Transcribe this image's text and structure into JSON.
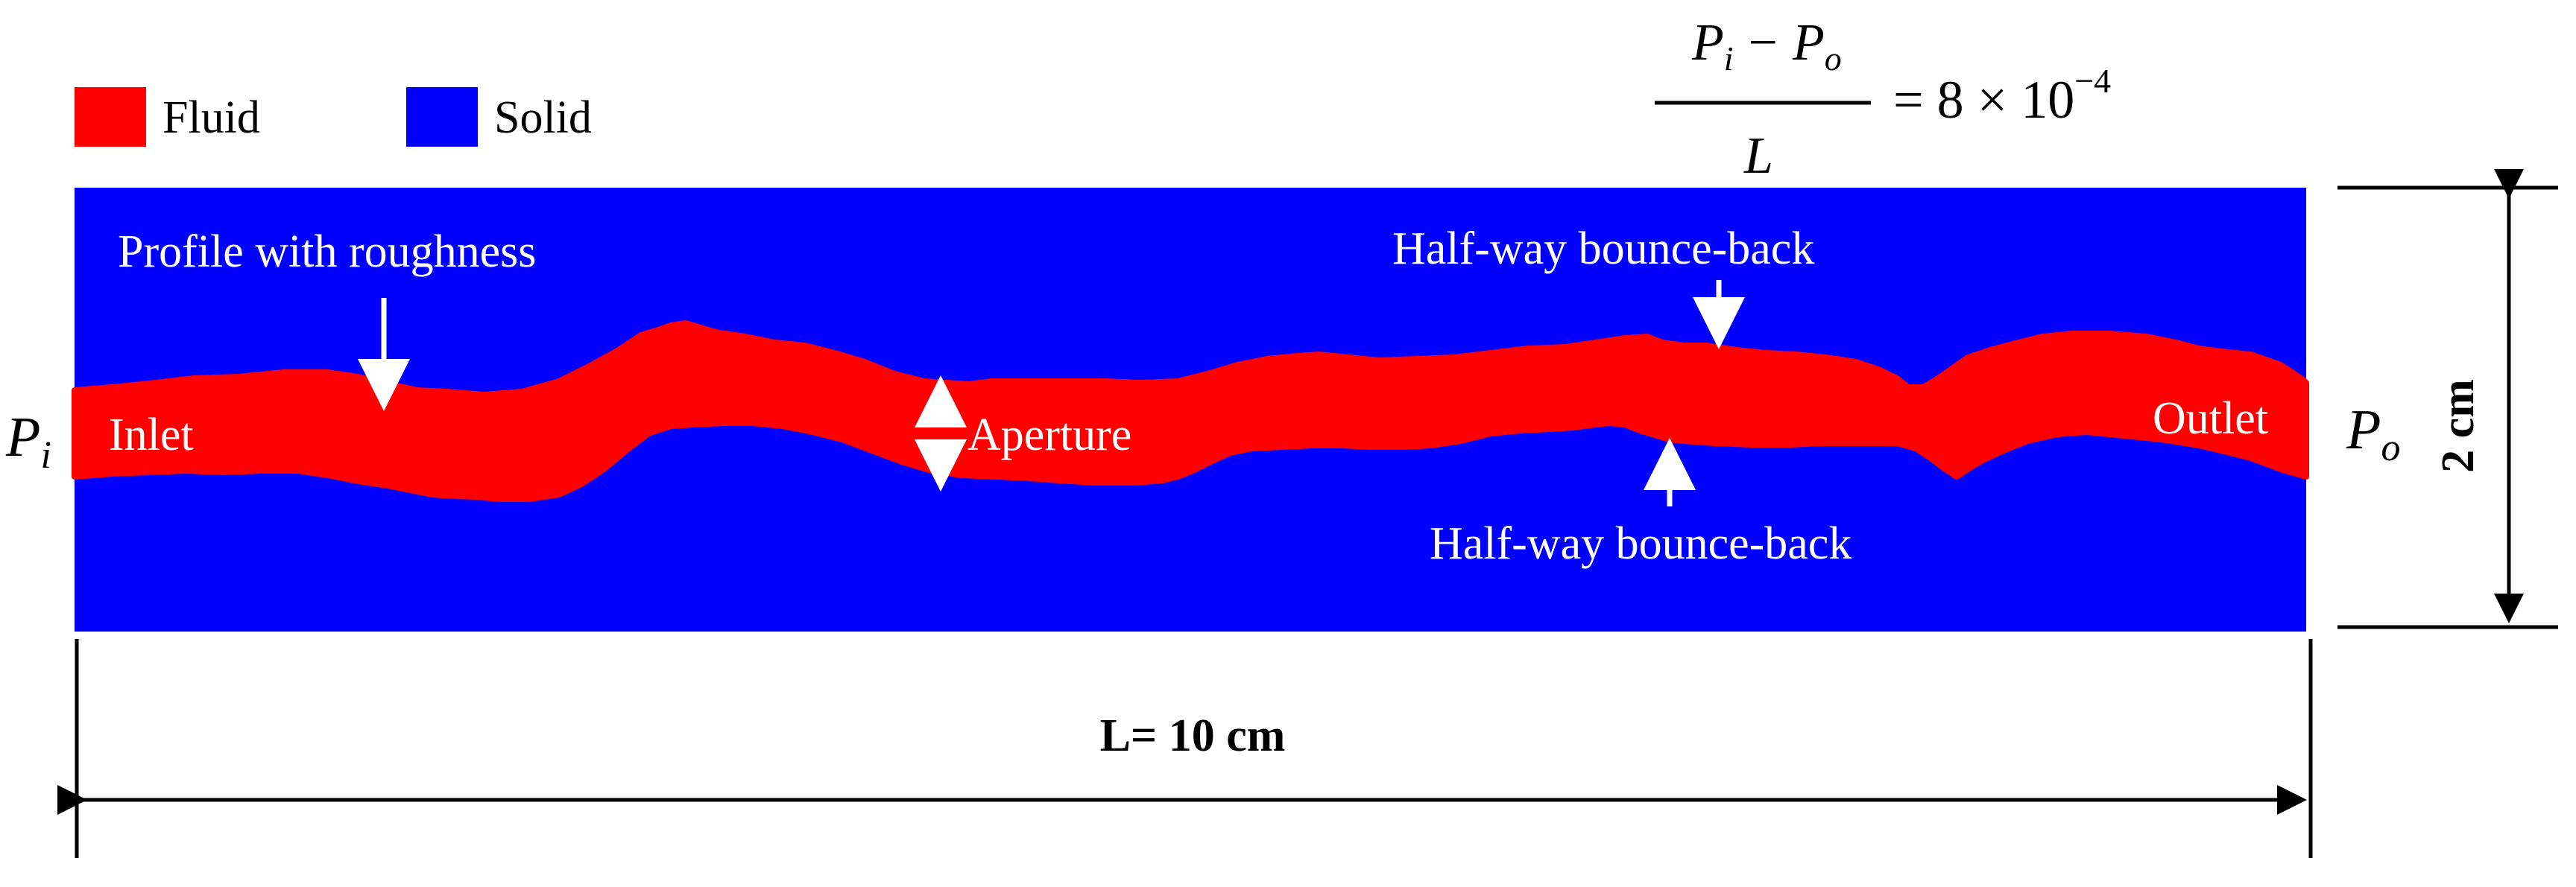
{
  "legend": {
    "items": [
      {
        "label": "Fluid",
        "color": "#ff0000"
      },
      {
        "label": "Solid",
        "color": "#0000ff"
      }
    ]
  },
  "equation": {
    "numerator_p": "P",
    "numerator_sub_i": "i",
    "numerator_minus": "−",
    "numerator_p2": "P",
    "numerator_sub_o": "o",
    "denominator": "L",
    "rhs_prefix": "= 8 × 10",
    "rhs_exponent": "−4"
  },
  "labels": {
    "pi_main": "P",
    "pi_sub": "i",
    "po_main": "P",
    "po_sub": "o",
    "inlet": "Inlet",
    "outlet": "Outlet",
    "aperture": "Aperture",
    "profile": "Profile with roughness",
    "halfway_top": "Half-way bounce-back",
    "halfway_bottom": "Half-way bounce-back",
    "length": "L= 10 cm",
    "height": "2 cm"
  },
  "colors": {
    "fluid": "#ff0000",
    "solid": "#0000ff",
    "annotation": "#ffffff",
    "dimension": "#000000"
  }
}
